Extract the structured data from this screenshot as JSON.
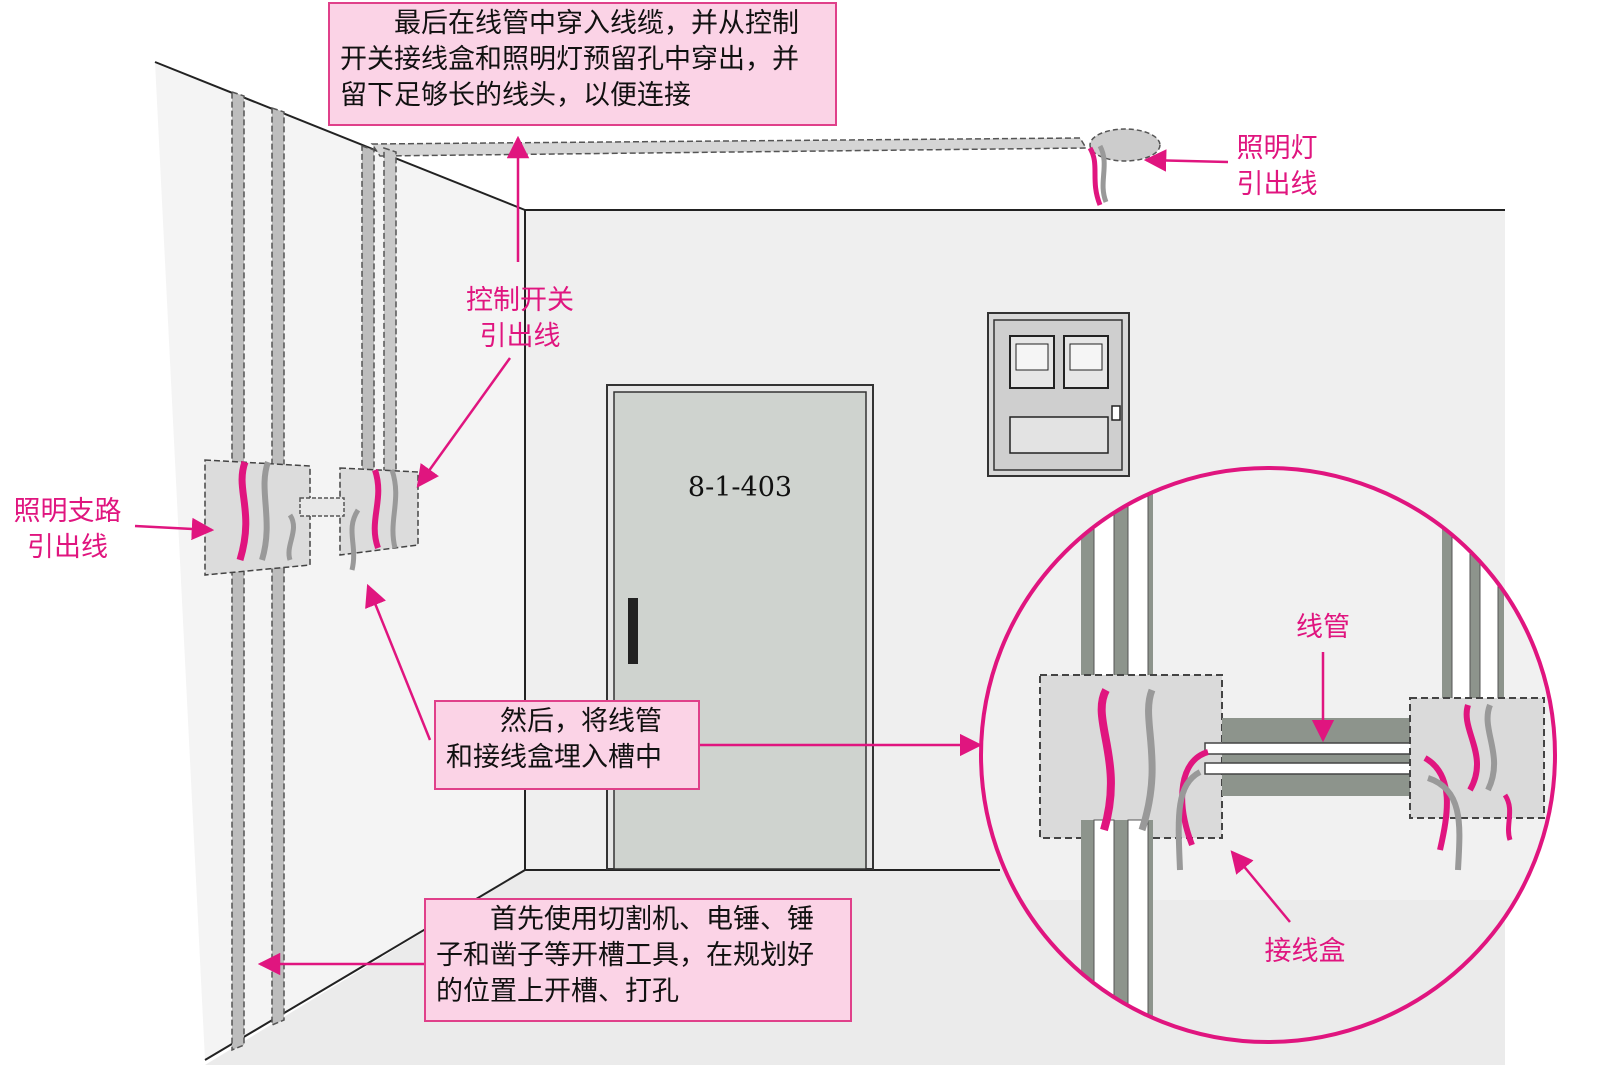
{
  "colors": {
    "accent": "#e0157f",
    "note_bg": "#fbd3e6",
    "wall": "#f2f2f2",
    "door": "#cfd3cf"
  },
  "notes": {
    "top": "最后在线管中穿入线缆，并从控制开关接线盒和照明灯预留孔中穿出，并留下足够长的线头，以便连接",
    "middle": "然后，将线管和接线盒埋入槽中",
    "bottom": "首先使用切割机、电锤、锤子和凿子等开槽工具，在规划好的位置上开槽、打孔"
  },
  "labels": {
    "light_lead_1": "照明灯",
    "light_lead_2": "引出线",
    "switch_lead_1": "控制开关",
    "switch_lead_2": "引出线",
    "branch_lead_1": "照明支路",
    "branch_lead_2": "引出线",
    "conduit": "线管",
    "junction_box": "接线盒"
  },
  "door_number": "8-1-403"
}
